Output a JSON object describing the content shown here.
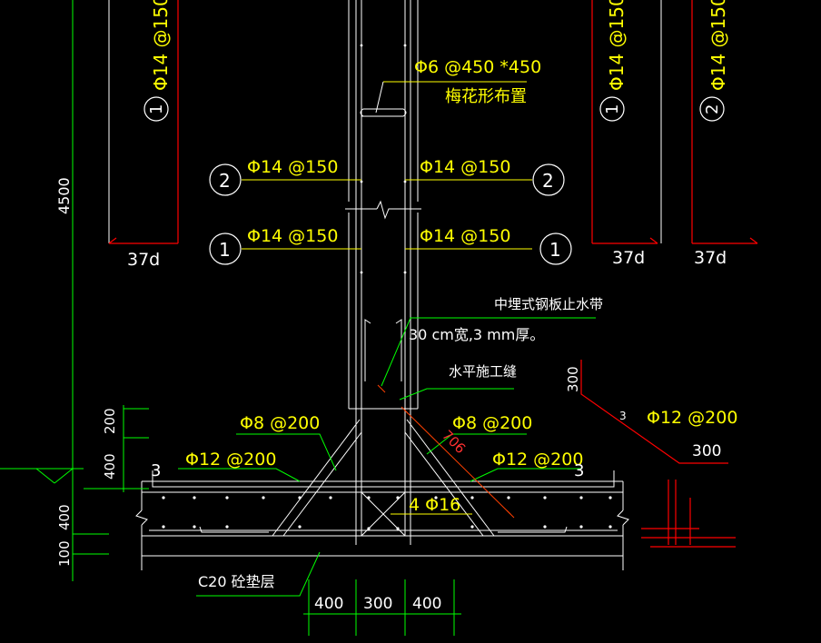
{
  "colors": {
    "background": "#000000",
    "white": "#ffffff",
    "yellow": "#ffff00",
    "green": "#00ff00",
    "red": "#ff0000"
  },
  "dimensions": {
    "wall_height": "4500",
    "anchorage_1": "37d",
    "anchorage_2": "37d",
    "anchorage_3": "37d",
    "dim_200": "200",
    "dim_400_upper": "400",
    "dim_400_lower": "400",
    "dim_100": "100",
    "dim_300_vert": "300",
    "dim_300_horiz": "300",
    "bottom_400_left": "400",
    "bottom_300": "300",
    "bottom_400_right": "400",
    "chamfer_length": "706"
  },
  "rebar": {
    "tie": "Φ6 @450 *450",
    "tie_note": "梅花形布置",
    "bar2_left": "Φ14 @150",
    "bar2_right": "Φ14 @150",
    "bar1_left": "Φ14 @150",
    "bar1_right": "Φ14 @150",
    "vert_left": "Φ14 @150",
    "vert_mid": "Φ14 @150",
    "vert_right": "Φ14 @150",
    "stirrup_left": "Φ8 @200",
    "stirrup_right": "Φ8 @200",
    "slab_left": "Φ12 @200",
    "slab_right": "Φ12 @200",
    "detail_bar": "Φ12 @200",
    "corner": "4 Φ16"
  },
  "marks": {
    "m1": "1",
    "m2": "2",
    "end3": "3"
  },
  "notes": {
    "waterstop": "中埋式钢板止水带",
    "waterstop_spec": "30 cm宽,3 mm厚。",
    "joint": "水平施工缝",
    "bedding": "C20 砼垫层"
  }
}
